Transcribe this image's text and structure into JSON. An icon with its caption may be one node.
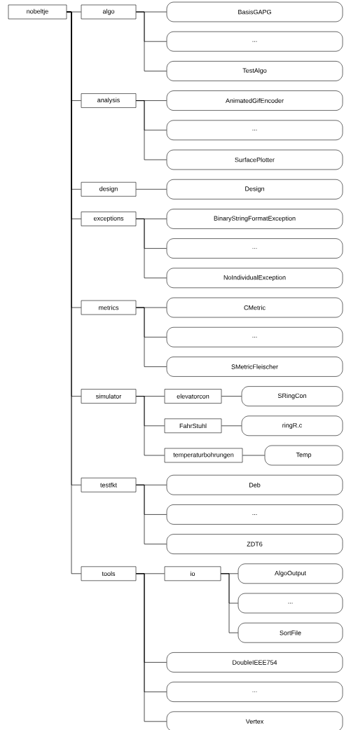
{
  "diagram": {
    "nodes": [
      {
        "text": [
          "nobeltje"
        ]
      },
      {
        "text": [
          "algo"
        ]
      },
      {
        "text": [
          "BasisGAPG"
        ]
      },
      {
        "text": [
          "..."
        ]
      },
      {
        "text": [
          "TestAlgo"
        ]
      },
      {
        "text": [
          "analysis"
        ]
      },
      {
        "text": [
          "AnimatedGifEncoder"
        ]
      },
      {
        "text": [
          "..."
        ]
      },
      {
        "text": [
          "SurfacePlotter"
        ]
      },
      {
        "text": [
          "design"
        ]
      },
      {
        "text": [
          "Design"
        ]
      },
      {
        "text": [
          "exceptions"
        ]
      },
      {
        "text": [
          "BinaryStringFormatException"
        ]
      },
      {
        "text": [
          "..."
        ]
      },
      {
        "text": [
          "NoIndividualException"
        ]
      },
      {
        "text": [
          "metrics"
        ]
      },
      {
        "text": [
          "CMetric"
        ]
      },
      {
        "text": [
          "..."
        ]
      },
      {
        "text": [
          "SMetricFleischer"
        ]
      },
      {
        "text": [
          "simulator"
        ]
      },
      {
        "text": [
          "elevatorcon"
        ]
      },
      {
        "text": [
          "SRingCon"
        ]
      },
      {
        "text": [
          "FahrStuhl"
        ]
      },
      {
        "text": [
          "ringR.c"
        ]
      },
      {
        "text": [
          "temperaturbohrungen"
        ]
      },
      {
        "text": [
          "Temp"
        ]
      },
      {
        "text": [
          "testfkt"
        ]
      },
      {
        "text": [
          "Deb"
        ]
      },
      {
        "text": [
          "..."
        ]
      },
      {
        "text": [
          "ZDT6"
        ]
      },
      {
        "text": [
          "tools"
        ]
      },
      {
        "text": [
          "io"
        ]
      },
      {
        "text": [
          "AlgoOutput"
        ]
      },
      {
        "text": [
          "..."
        ]
      },
      {
        "text": [
          "SortFile"
        ]
      },
      {
        "text": [
          "DoubleIEEE754"
        ]
      },
      {
        "text": [
          "..."
        ]
      },
      {
        "text": [
          "Vertex"
        ]
      }
    ],
    "edges": [
      {
        "from": 0,
        "to": 1,
        "arrow": "none"
      },
      {
        "from": 0,
        "to": 5,
        "arrow": "none"
      },
      {
        "from": 0,
        "to": 9,
        "arrow": "none"
      },
      {
        "from": 0,
        "to": 11,
        "arrow": "none"
      },
      {
        "from": 0,
        "to": 15,
        "arrow": "none"
      },
      {
        "from": 0,
        "to": 19,
        "arrow": "none"
      },
      {
        "from": 0,
        "to": 26,
        "arrow": "none"
      },
      {
        "from": 0,
        "to": 30,
        "arrow": "none"
      },
      {
        "from": 1,
        "to": 2,
        "arrow": "none"
      },
      {
        "from": 1,
        "to": 3,
        "arrow": "none"
      },
      {
        "from": 1,
        "to": 4,
        "arrow": "none"
      },
      {
        "from": 5,
        "to": 6,
        "arrow": "none"
      },
      {
        "from": 5,
        "to": 7,
        "arrow": "none"
      },
      {
        "from": 5,
        "to": 8,
        "arrow": "none"
      },
      {
        "from": 9,
        "to": 10,
        "arrow": "none"
      },
      {
        "from": 11,
        "to": 12,
        "arrow": "none"
      },
      {
        "from": 11,
        "to": 13,
        "arrow": "none"
      },
      {
        "from": 11,
        "to": 14,
        "arrow": "none"
      },
      {
        "from": 15,
        "to": 16,
        "arrow": "none"
      },
      {
        "from": 15,
        "to": 17,
        "arrow": "none"
      },
      {
        "from": 15,
        "to": 18,
        "arrow": "none"
      },
      {
        "from": 19,
        "to": 20,
        "arrow": "none"
      },
      {
        "from": 19,
        "to": 22,
        "arrow": "none"
      },
      {
        "from": 19,
        "to": 24,
        "arrow": "none"
      },
      {
        "from": 20,
        "to": 21,
        "arrow": "none"
      },
      {
        "from": 22,
        "to": 23,
        "arrow": "none"
      },
      {
        "from": 24,
        "to": 25,
        "arrow": "none"
      },
      {
        "from": 26,
        "to": 27,
        "arrow": "none"
      },
      {
        "from": 26,
        "to": 28,
        "arrow": "none"
      },
      {
        "from": 26,
        "to": 29,
        "arrow": "none"
      },
      {
        "from": 30,
        "to": 31,
        "arrow": "none"
      },
      {
        "from": 30,
        "to": 35,
        "arrow": "none"
      },
      {
        "from": 30,
        "to": 36,
        "arrow": "none"
      },
      {
        "from": 30,
        "to": 37,
        "arrow": "none"
      },
      {
        "from": 31,
        "to": 32,
        "arrow": "none"
      },
      {
        "from": 31,
        "to": 33,
        "arrow": "none"
      },
      {
        "from": 31,
        "to": 34,
        "arrow": "none"
      }
    ]
  }
}
